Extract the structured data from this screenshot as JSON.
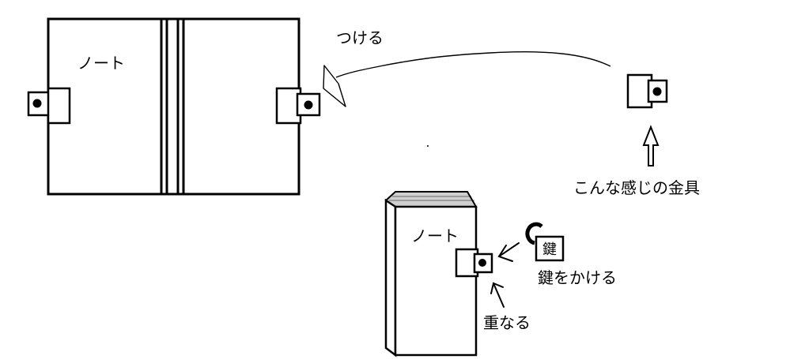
{
  "labels": {
    "notebook_open": "ノート",
    "attach": "つける",
    "fitting_caption": "こんな感じの金具",
    "notebook_closed": "ノート",
    "lock_glyph": "鍵",
    "lock_caption": "鍵をかける",
    "overlap_caption": "重なる"
  },
  "colors": {
    "ink": "#000000",
    "paper": "#ffffff",
    "pages": "#cfcfcf"
  }
}
